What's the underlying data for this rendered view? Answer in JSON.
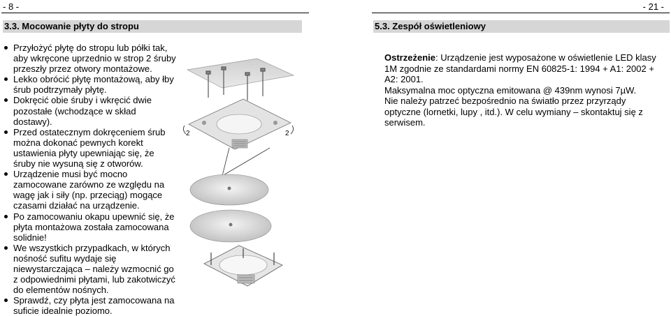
{
  "left_page": {
    "page_number": "- 8 -",
    "section_title": "3.3. Mocowanie płyty do stropu",
    "bullets": [
      "Przyłożyć płytę do stropu lub półki tak, aby wkręcone uprzednio w strop 2 śruby przeszły przez otwory montażowe.",
      "Lekko obrócić płytę montażową, aby łby śrub podtrzymały płytę.",
      "Dokręcić obie śruby i wkręcić dwie pozostałe (wchodzące w skład dostawy).",
      "Przed ostatecznym dokręceniem śrub można dokonać pewnych korekt ustawienia płyty upewniając się, że śruby nie wysuną się z otworów.",
      "Urządzenie musi być mocno zamocowane zarówno ze względu na wagę jak i siły (np. przeciąg) mogące czasami działać na urządzenie.",
      "Po zamocowaniu okapu upewnić się, że płyta montażowa została zamocowana solidnie!",
      "We wszystkich przypadkach, w których nośność sufitu wydaje się niewystarczająca – należy wzmocnić go z odpowiednimi płytami, lub zakotwiczyć do elementów nośnych.",
      "Sprawdź, czy płyta jest zamocowana na suficie idealnie poziomo."
    ],
    "figure_labels": [
      "2",
      "2"
    ]
  },
  "right_page": {
    "page_number": "- 21 -",
    "section_title": "5.3. Zespół oświetleniowy",
    "warning_label": "Ostrzeżenie",
    "warning_text": ": Urządzenie jest wyposażone w oświetlenie LED klasy 1M zgodnie ze standardami normy EN 60825-1: 1994 + A1: 2002 + A2: 2001.",
    "power_text": "Maksymalna moc optyczna emitowana @ 439nm wynosi 7µW.",
    "advice_text": "Nie należy patrzeć bezpośrednio na światło przez przyrządy optyczne (lornetki, lupy , itd.). W celu wymiany – skontaktuj się z serwisem."
  }
}
